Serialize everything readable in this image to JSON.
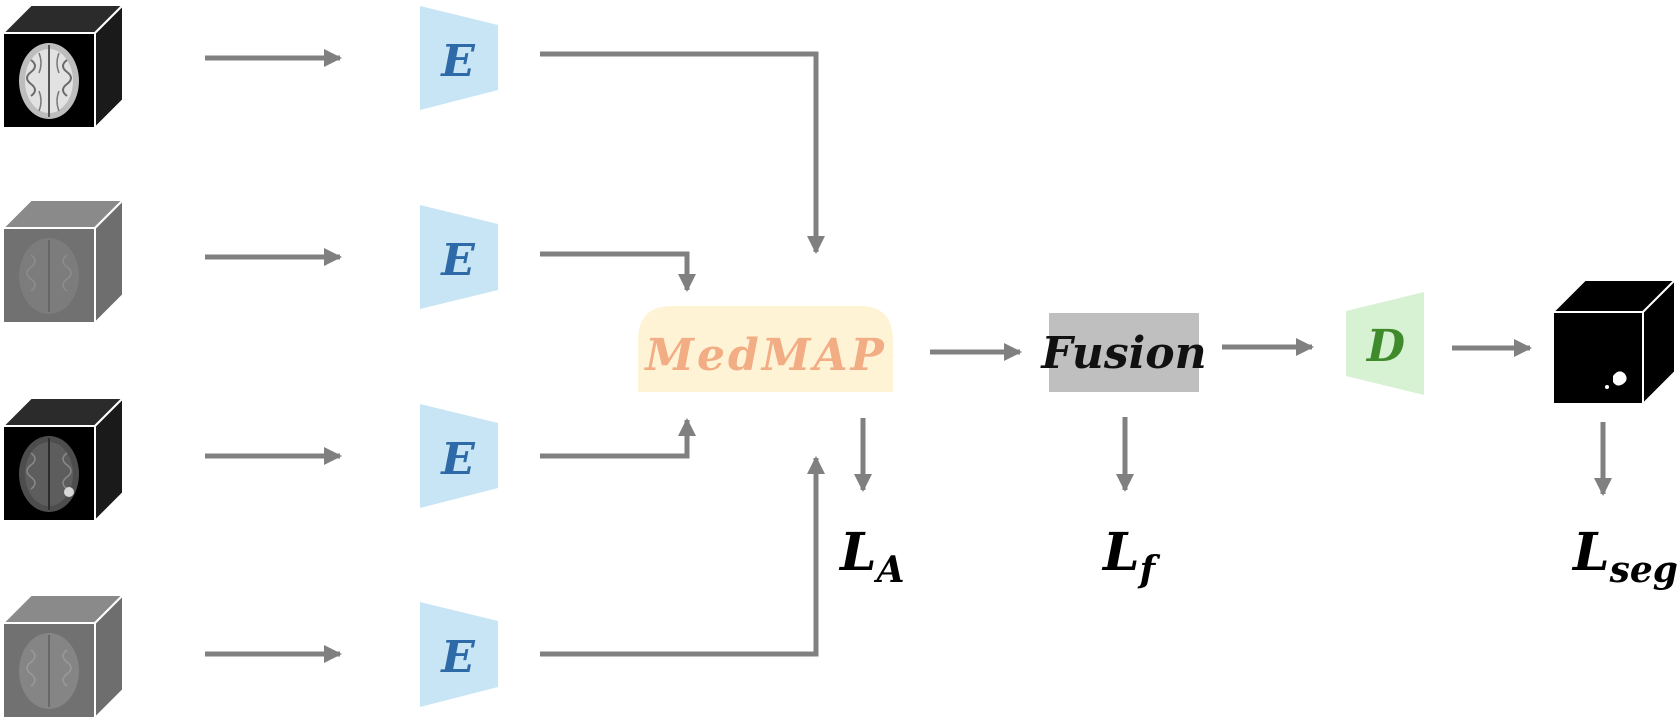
{
  "encoders": [
    {
      "label": "E",
      "modality": "mri-input-1"
    },
    {
      "label": "E",
      "modality": "mri-input-2"
    },
    {
      "label": "E",
      "modality": "mri-input-3"
    },
    {
      "label": "E",
      "modality": "mri-input-4"
    }
  ],
  "medmap": {
    "label": "MedMAP"
  },
  "fusion": {
    "label": "Fusion"
  },
  "decoder": {
    "label": "D"
  },
  "losses": {
    "la": {
      "main": "L",
      "sub": "A"
    },
    "lf": {
      "main": "L",
      "sub": "f"
    },
    "lseg": {
      "main": "L",
      "sub": "seg"
    }
  },
  "colors": {
    "arrow": "#808080",
    "encoder_fill": "#c7e5f5",
    "encoder_text": "#2e6aa7",
    "medmap_fill": "#fff3d6",
    "medmap_text": "#f2ad84",
    "fusion_fill": "#bfbfbf",
    "fusion_text": "#111111",
    "decoder_fill": "#d7f2d2",
    "decoder_text": "#3f8a2b"
  }
}
